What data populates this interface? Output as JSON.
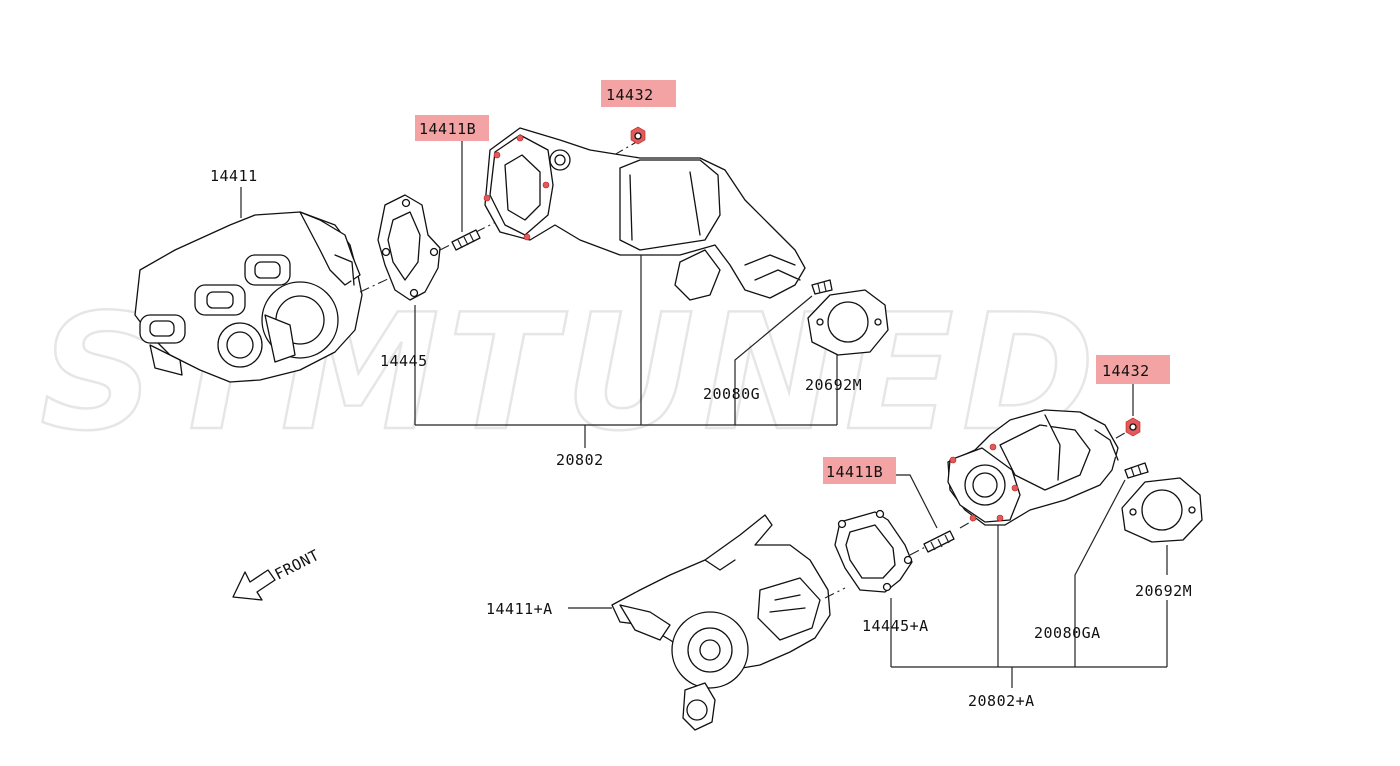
{
  "watermark": "STMTUNED",
  "direction_label": "FRONT",
  "colors": {
    "highlight": "#f3a3a3",
    "bolt_marker": "#e35a5a",
    "line": "#111111",
    "watermark": "#e6e6e6"
  },
  "labels": {
    "turbo_left": "14411",
    "gasket_left": "14445",
    "stud_left": "14411B",
    "nut_left": "14432",
    "assembly_left": "20802",
    "stud_pipe_left": "20080G",
    "gasket_pipe_left": "20692M",
    "turbo_right": "14411+A",
    "gasket_right": "14445+A",
    "stud_right": "14411B",
    "nut_right": "14432",
    "assembly_right": "20802+A",
    "stud_pipe_right": "20080GA",
    "gasket_pipe_right": "20692M"
  },
  "highlighted_parts": [
    "14411B",
    "14432"
  ]
}
